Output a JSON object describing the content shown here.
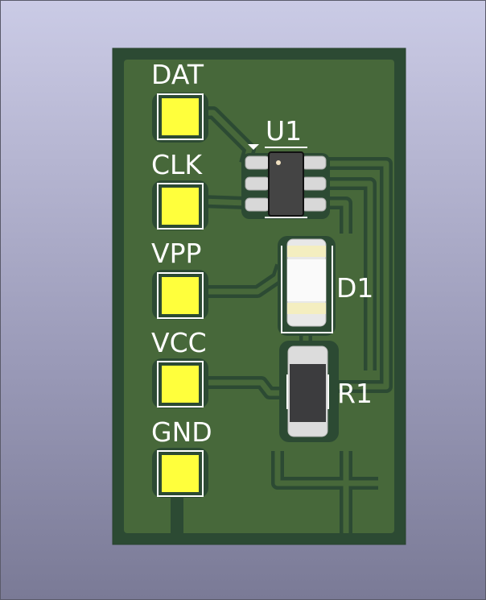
{
  "board": {
    "pads": [
      {
        "label": "DAT"
      },
      {
        "label": "CLK"
      },
      {
        "label": "VPP"
      },
      {
        "label": "VCC"
      },
      {
        "label": "GND"
      }
    ],
    "components": {
      "u1": "U1",
      "d1": "D1",
      "r1": "R1"
    }
  },
  "colors": {
    "soldermask": "#2c4a33",
    "copper": "#47683a",
    "pad": "#ffff3c",
    "silk": "#ffffff"
  }
}
